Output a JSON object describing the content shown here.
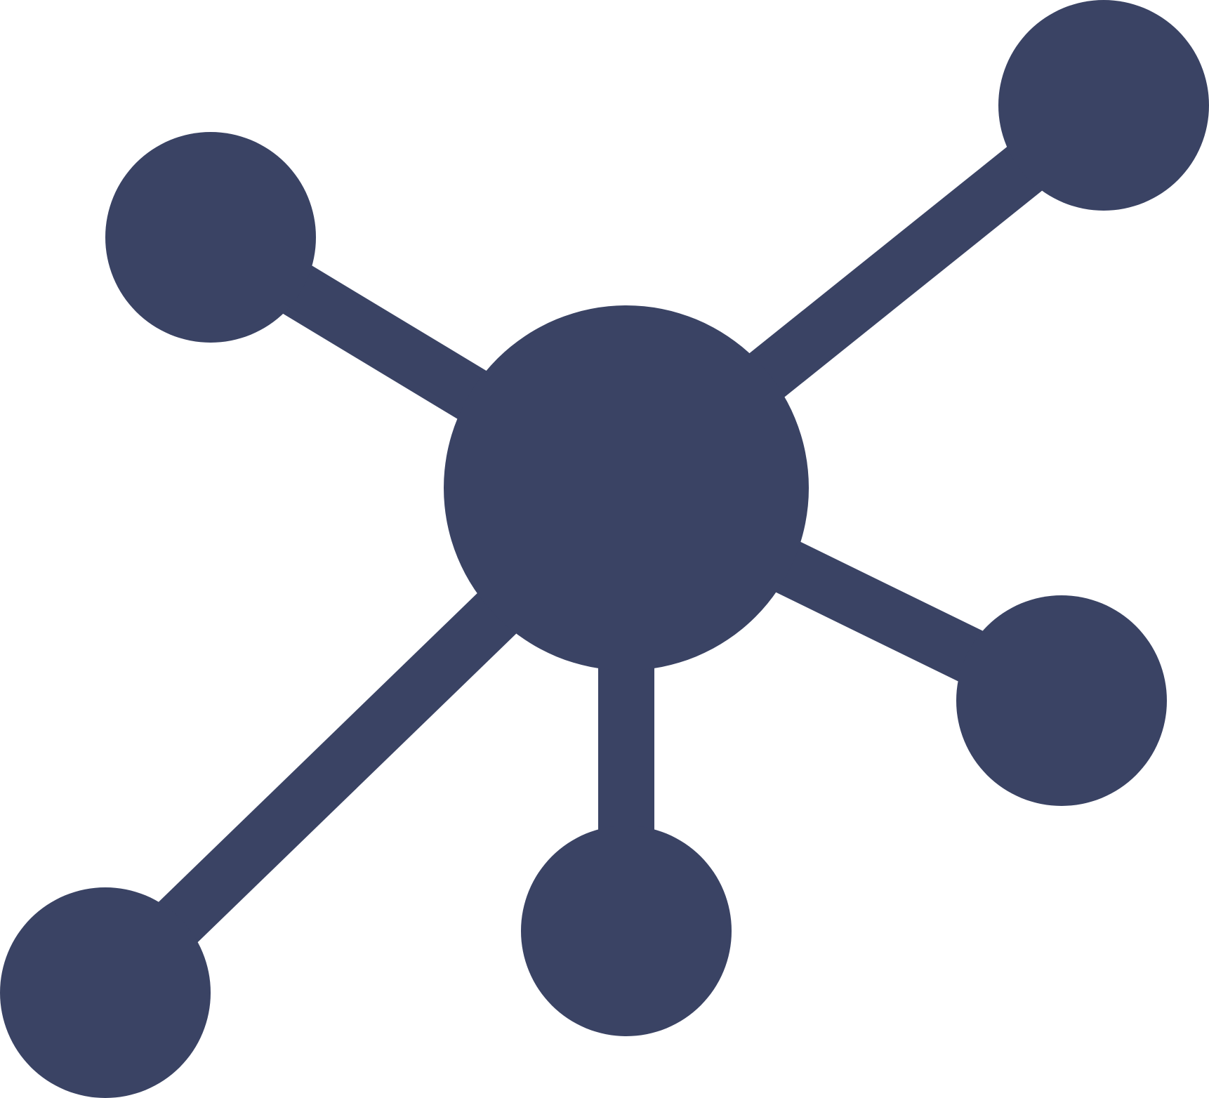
{
  "icon": {
    "name": "network-hub-icon",
    "fill_color": "#3a4364",
    "background_color": "#ffffff",
    "central_node": "hub-node",
    "satellite_nodes": [
      "node-top-left",
      "node-top-right",
      "node-right",
      "node-bottom-center",
      "node-bottom-left"
    ]
  }
}
